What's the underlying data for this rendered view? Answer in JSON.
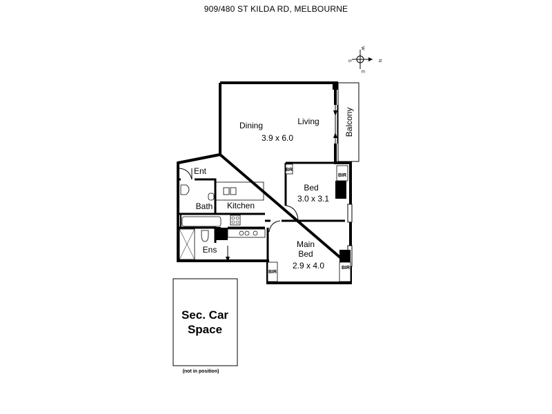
{
  "title": "909/480 ST KILDA RD, MELBOURNE",
  "compass": {
    "w": "W",
    "n": "N",
    "s": "S",
    "e": "E"
  },
  "rooms": {
    "dining": "Dining",
    "living": "Living",
    "living_dims": "3.9 x 6.0",
    "balcony": "Balcony",
    "entry": "Ent",
    "bath": "Bath",
    "kitchen": "Kitchen",
    "ensuite": "Ens",
    "bed": "Bed",
    "bed_dims": "3.0 x 3.1",
    "main_bed_line1": "Main",
    "main_bed_line2": "Bed",
    "main_bed_dims": "2.9 x 4.0",
    "bir_bed_left": "BR",
    "bir_bed_right": "BIR",
    "bir_main_left": "BIR",
    "bir_main_right": "BIR"
  },
  "car_space": {
    "line1": "Sec. Car",
    "line2": "Space",
    "note": "(not in position)"
  }
}
